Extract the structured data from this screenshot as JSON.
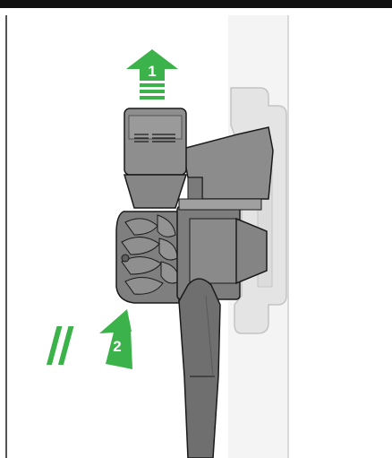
{
  "steps": [
    {
      "number": "1",
      "direction": "up",
      "icon": "arrow-up-icon"
    },
    {
      "number": "2",
      "direction": "up-left",
      "icon": "arrow-diagonal-icon"
    }
  ],
  "colors": {
    "arrow_green": "#3bb24a",
    "body_grey": "#8a8a8a",
    "body_dark": "#6d6d6d",
    "outline": "#1a1a1a",
    "wall": "#f2f2f2",
    "dock": "#e6e6e6",
    "wall_line": "#cfcfcf"
  }
}
